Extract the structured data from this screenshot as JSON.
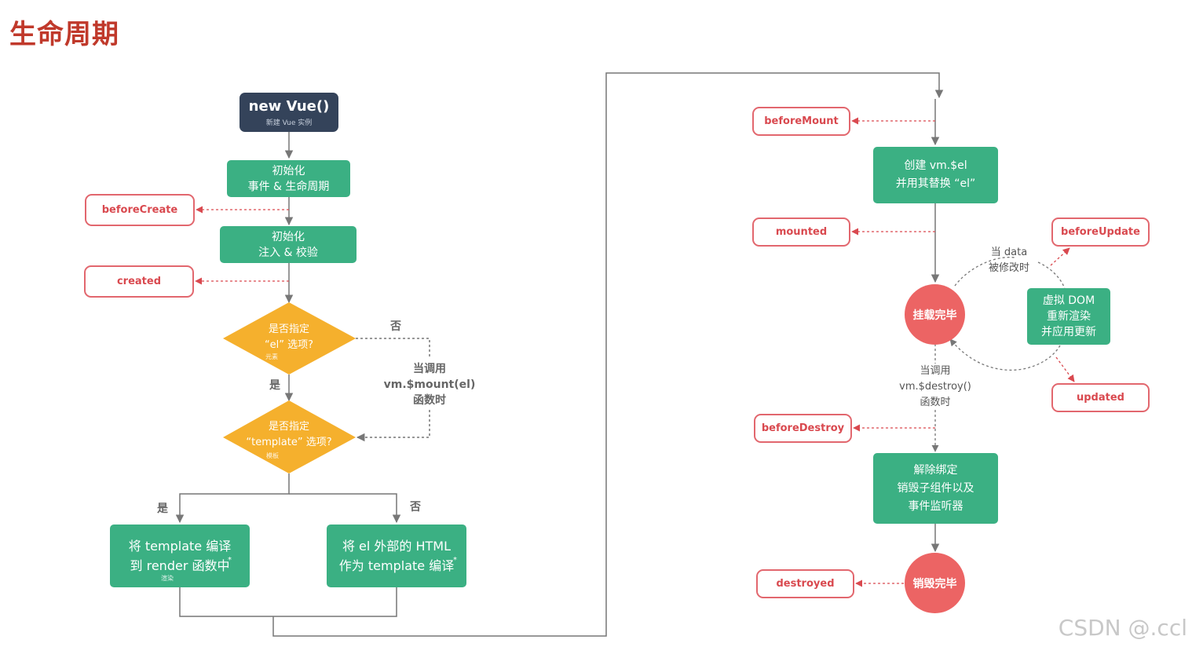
{
  "title": "生命周期",
  "new_vue": {
    "main": "new Vue()",
    "sub": "新建 Vue 实例"
  },
  "steps": {
    "init_events": [
      "初始化",
      "事件 & 生命周期"
    ],
    "init_inject": [
      "初始化",
      "注入 & 校验"
    ],
    "q_el": [
      "是否指定",
      "“el” 选项?"
    ],
    "q_el_tiny": "元素",
    "q_template": [
      "是否指定",
      "“template” 选项?"
    ],
    "q_template_tiny": "模板",
    "compile_template": [
      "将 template 编译",
      "到 render 函数中"
    ],
    "compile_template_tiny": "渲染",
    "compile_outer": [
      "将 el 外部的 HTML",
      "作为 template 编译"
    ],
    "create_el": [
      "创建 vm.$el",
      "并用其替换 “el”"
    ],
    "mounted_circle": "挂载完毕",
    "virtual_dom": [
      "虚拟 DOM",
      "重新渲染",
      "并应用更新"
    ],
    "teardown": [
      "解除绑定",
      "销毁子组件以及",
      "事件监听器"
    ],
    "destroyed_circle": "销毁完毕",
    "asterisk": "*"
  },
  "hooks": {
    "beforeCreate": "beforeCreate",
    "created": "created",
    "beforeMount": "beforeMount",
    "mounted": "mounted",
    "beforeUpdate": "beforeUpdate",
    "updated": "updated",
    "beforeDestroy": "beforeDestroy",
    "destroyed": "destroyed"
  },
  "labels": {
    "no_el": "否",
    "yes_el": "是",
    "yes_template": "是",
    "no_template": "否",
    "mount_call": [
      "当调用",
      "vm.$mount(el)",
      "函数时"
    ],
    "data_changed": [
      "当 data",
      "被修改时"
    ],
    "destroy_call": [
      "当调用",
      "vm.$destroy()",
      "函数时"
    ]
  },
  "watermark": "CSDN @.ccl",
  "colors": {
    "title": "#c0392b",
    "green": "#3bb083",
    "navy": "#34435a",
    "diamond": "#f5b02d",
    "hook_border": "#e2676e",
    "circle": "#ec6464",
    "line": "#777777",
    "hook_line": "#d9494f"
  }
}
